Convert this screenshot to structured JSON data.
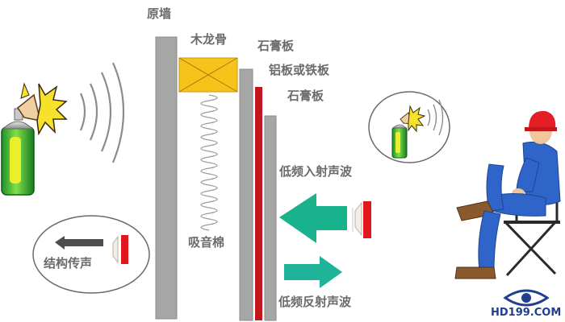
{
  "labels": {
    "original_wall": "原墙",
    "wood_keel": "木龙骨",
    "gypsum_board_1": "石膏板",
    "metal_plate": "铝板或铁板",
    "gypsum_board_2": "石膏板",
    "low_freq_incident": "低频入射声波",
    "sound_absorbing_cotton": "吸音棉",
    "low_freq_reflected": "低频反射声波",
    "structure_borne_sound": "结构传声"
  },
  "logo": {
    "text": "HD199.COM"
  },
  "colors": {
    "wall_gray": "#a6a6a6",
    "keel_yellow": "#f7c21a",
    "metal_red": "#c0161c",
    "incident_arrow": "#18b28c",
    "reflected_arrow": "#1fb39a",
    "structure_arrow": "#4d4d4d",
    "speaker_red": "#e2171d",
    "person_blue": "#2f64c8",
    "cap_red": "#e31e24",
    "logo_blue": "#1f3f8f"
  }
}
